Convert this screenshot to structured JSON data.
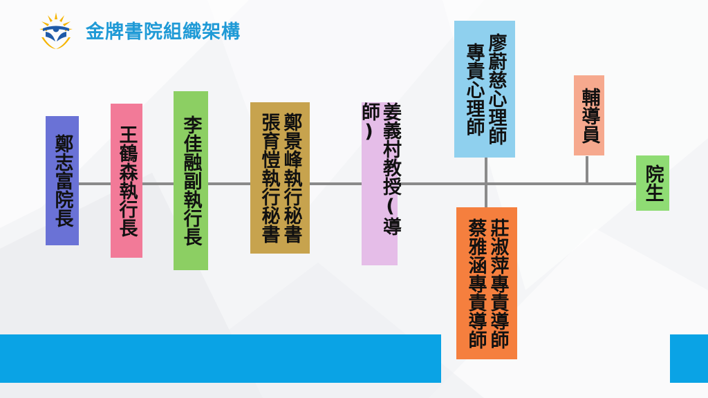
{
  "header": {
    "title": "金牌書院組織架構",
    "logo_icon": "school-emblem-icon"
  },
  "colors": {
    "brand_blue": "#1f9ad6",
    "band_blue": "#0aa3e5",
    "connector": "#8a8a8a"
  },
  "org_chart": {
    "nodes": [
      {
        "id": "president",
        "lines": [
          "鄭志富院長"
        ],
        "color": "#6a72d6"
      },
      {
        "id": "executive-director",
        "lines": [
          "王鶴森執行長"
        ],
        "color": "#f27a98"
      },
      {
        "id": "deputy-executive-director",
        "lines": [
          "李佳融副執行長"
        ],
        "color": "#8ccf63"
      },
      {
        "id": "executive-secretaries",
        "lines": [
          "鄭景峰執行秘書",
          "張育愷執行秘書"
        ],
        "color": "#c7a34e"
      },
      {
        "id": "professor-mentor",
        "lines": [
          "姜義村教授(導師)"
        ],
        "color": "#e5bde8"
      },
      {
        "id": "psychologists",
        "lines": [
          "廖蔚慈心理師",
          "專責心理師"
        ],
        "color": "#8fd0ee"
      },
      {
        "id": "mentors",
        "lines": [
          "莊淑萍專責導師",
          "蔡雅涵專責導師"
        ],
        "color": "#f57f3e"
      },
      {
        "id": "counselor",
        "lines": [
          "輔導員"
        ],
        "color": "#f6a98e"
      },
      {
        "id": "students",
        "lines": [
          "院生"
        ],
        "color": "#8fdc74"
      }
    ]
  }
}
